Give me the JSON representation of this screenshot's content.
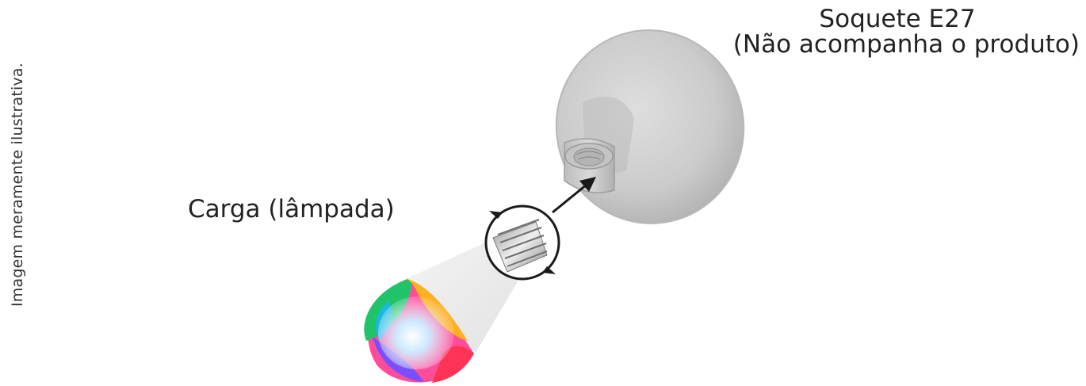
{
  "note": "Imagem meramente ilustrativa.",
  "socket": {
    "title": "Soquete E27",
    "subtitle": "(Não acompanha o produto)"
  },
  "load": {
    "label": "Carga (lâmpada)"
  },
  "colors": {
    "socket_body": "#c9c9c9",
    "socket_shadow": "#a9a9a9",
    "arrow": "#1a1a1a",
    "text": "#222222",
    "bulb_base": "#b5b5b5"
  },
  "icons": [
    "e27-socket-illustration",
    "rgb-bulb-illustration",
    "insert-arrow-icon",
    "rotate-arrows-icon"
  ]
}
